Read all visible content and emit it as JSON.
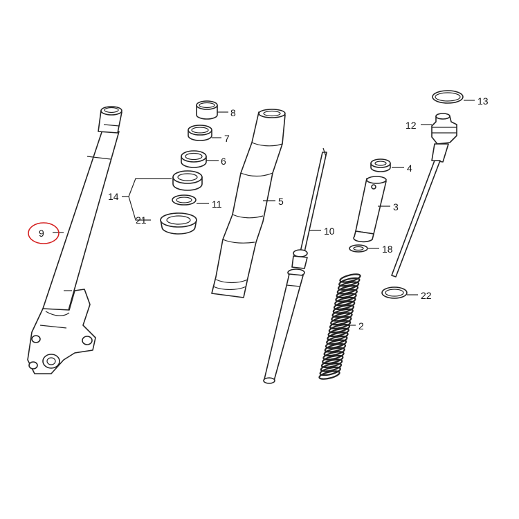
{
  "callouts": [
    {
      "id": "c9",
      "text": "9",
      "highlight": true
    },
    {
      "id": "c8",
      "text": "8"
    },
    {
      "id": "c7",
      "text": "7"
    },
    {
      "id": "c6",
      "text": "6"
    },
    {
      "id": "c14",
      "text": "14"
    },
    {
      "id": "c11",
      "text": "11"
    },
    {
      "id": "c21",
      "text": "21"
    },
    {
      "id": "c5",
      "text": "5"
    },
    {
      "id": "c10",
      "text": "10"
    },
    {
      "id": "c4",
      "text": "4"
    },
    {
      "id": "c3",
      "text": "3"
    },
    {
      "id": "c18",
      "text": "18"
    },
    {
      "id": "c2",
      "text": "2"
    },
    {
      "id": "c13",
      "text": "13"
    },
    {
      "id": "c12",
      "text": "12"
    },
    {
      "id": "c22",
      "text": "22"
    }
  ],
  "colors": {
    "line": "#222222",
    "highlight": "#d42020",
    "background": "#ffffff"
  }
}
